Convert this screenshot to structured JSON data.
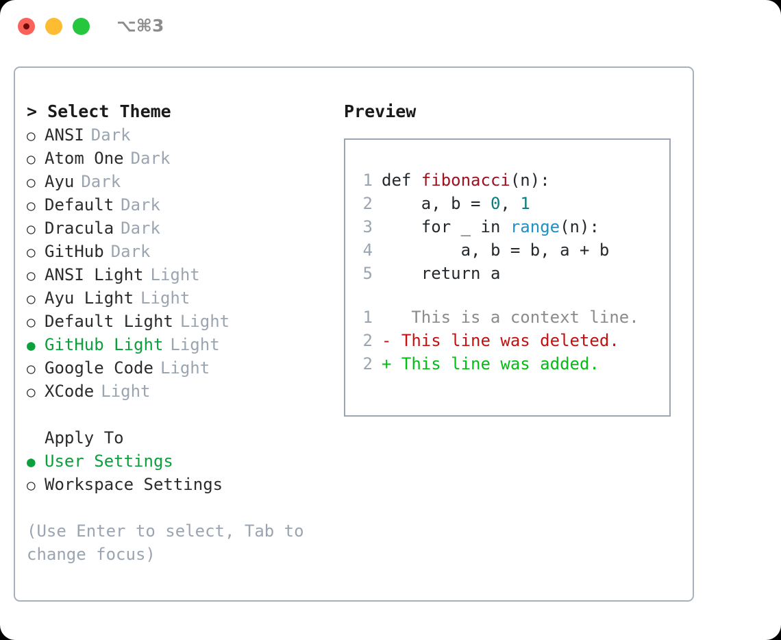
{
  "titlebar": {
    "shortcut": "⌥⌘3",
    "lights": [
      "close",
      "minimize",
      "maximize"
    ]
  },
  "left_panel": {
    "title": "> Select Theme",
    "themes": [
      {
        "bullet": "○",
        "name": "ANSI",
        "kind": "Dark",
        "selected": false
      },
      {
        "bullet": "○",
        "name": "Atom One",
        "kind": "Dark",
        "selected": false
      },
      {
        "bullet": "○",
        "name": "Ayu",
        "kind": "Dark",
        "selected": false
      },
      {
        "bullet": "○",
        "name": "Default",
        "kind": "Dark",
        "selected": false
      },
      {
        "bullet": "○",
        "name": "Dracula",
        "kind": "Dark",
        "selected": false
      },
      {
        "bullet": "○",
        "name": "GitHub",
        "kind": "Dark",
        "selected": false
      },
      {
        "bullet": "○",
        "name": "ANSI Light",
        "kind": "Light",
        "selected": false
      },
      {
        "bullet": "○",
        "name": "Ayu Light",
        "kind": "Light",
        "selected": false
      },
      {
        "bullet": "○",
        "name": "Default Light",
        "kind": "Light",
        "selected": false
      },
      {
        "bullet": "●",
        "name": "GitHub Light",
        "kind": "Light",
        "selected": true
      },
      {
        "bullet": "○",
        "name": "Google Code",
        "kind": "Light",
        "selected": false
      },
      {
        "bullet": "○",
        "name": "XCode",
        "kind": "Light",
        "selected": false
      }
    ],
    "apply_to": {
      "heading": "Apply To",
      "options": [
        {
          "bullet": "●",
          "label": "User Settings",
          "selected": true
        },
        {
          "bullet": "○",
          "label": "Workspace Settings",
          "selected": false
        }
      ]
    },
    "hint": "(Use Enter to select, Tab to change focus)"
  },
  "right_panel": {
    "title": "Preview",
    "code_lines": [
      {
        "no": "1",
        "tokens": [
          {
            "t": "def ",
            "c": "plain"
          },
          {
            "t": "fibonacci",
            "c": "func"
          },
          {
            "t": "(n):",
            "c": "plain"
          }
        ]
      },
      {
        "no": "2",
        "tokens": [
          {
            "t": "    a, b = ",
            "c": "plain"
          },
          {
            "t": "0",
            "c": "num"
          },
          {
            "t": ", ",
            "c": "plain"
          },
          {
            "t": "1",
            "c": "num"
          }
        ]
      },
      {
        "no": "3",
        "tokens": [
          {
            "t": "    for _ in ",
            "c": "plain"
          },
          {
            "t": "range",
            "c": "call"
          },
          {
            "t": "(n):",
            "c": "plain"
          }
        ]
      },
      {
        "no": "4",
        "tokens": [
          {
            "t": "        a, b = b, a + b",
            "c": "plain"
          }
        ]
      },
      {
        "no": "5",
        "tokens": [
          {
            "t": "    return a",
            "c": "plain"
          }
        ]
      }
    ],
    "diff_lines": [
      {
        "no": "1",
        "marker": " ",
        "text": "  This is a context line.",
        "kind": "ctx"
      },
      {
        "no": "2",
        "marker": "-",
        "text": " This line was deleted.",
        "kind": "del"
      },
      {
        "no": "2",
        "marker": "+",
        "text": " This line was added.",
        "kind": "add"
      }
    ]
  },
  "colors": {
    "accent_green": "#0ca03c",
    "diff_add": "#03bd15",
    "diff_del": "#c51010",
    "muted": "#9aa5b1",
    "border": "#a7b0bd",
    "token_func": "#a0111f",
    "token_num": "#0b7c7c",
    "token_call": "#1f8fc6"
  }
}
